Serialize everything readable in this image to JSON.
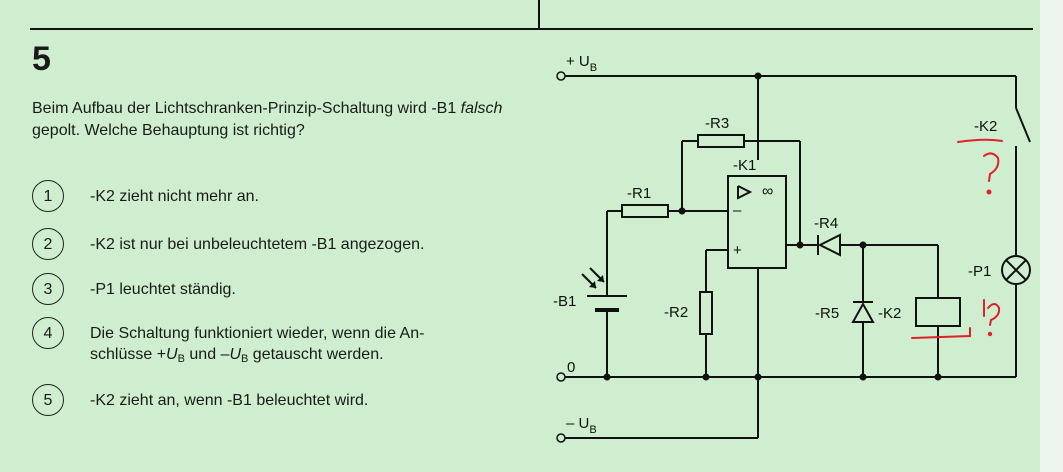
{
  "question": {
    "number": "5",
    "text_pre": "Beim Aufbau der Lichtschranken-Prinzip-Schaltung wird -B1 ",
    "text_em": "falsch",
    "text_post": " gepolt. Welche Behauptung ist richtig?"
  },
  "answers": [
    {
      "num": "1",
      "text": "-K2 zieht nicht mehr an."
    },
    {
      "num": "2",
      "text": "-K2 ist nur bei unbeleuchtetem -B1 angezogen."
    },
    {
      "num": "3",
      "text": "-P1 leuchtet ständig."
    },
    {
      "num": "4",
      "text_a": "Die Schaltung funktioniert wieder, wenn die An-",
      "text_b1": "schlüsse +",
      "text_b2": "U",
      "text_b3": "B",
      "text_b4": " und –",
      "text_b5": "U",
      "text_b6": "B",
      "text_b7": " getauscht werden."
    },
    {
      "num": "5",
      "text": "-K2 zieht an, wenn -B1 beleuchtet wird."
    }
  ],
  "circuit": {
    "plus_ub": "+ U",
    "plus_ub_sub": "B",
    "zero": "0",
    "minus_ub": "– U",
    "minus_ub_sub": "B",
    "r1": "-R1",
    "r2": "-R2",
    "r3": "-R3",
    "r4": "-R4",
    "r5": "-R5",
    "k1": "-K1",
    "k2_contact": "-K2",
    "k2_coil": "-K2",
    "b1": "-B1",
    "p1": "-P1",
    "opamp_inf": "∞",
    "opamp_minus": "–",
    "opamp_plus": "+",
    "annotation_1": "?",
    "annotation_2": "?"
  },
  "colors": {
    "background": "#cfeecf",
    "annotation": "#e0202a"
  }
}
